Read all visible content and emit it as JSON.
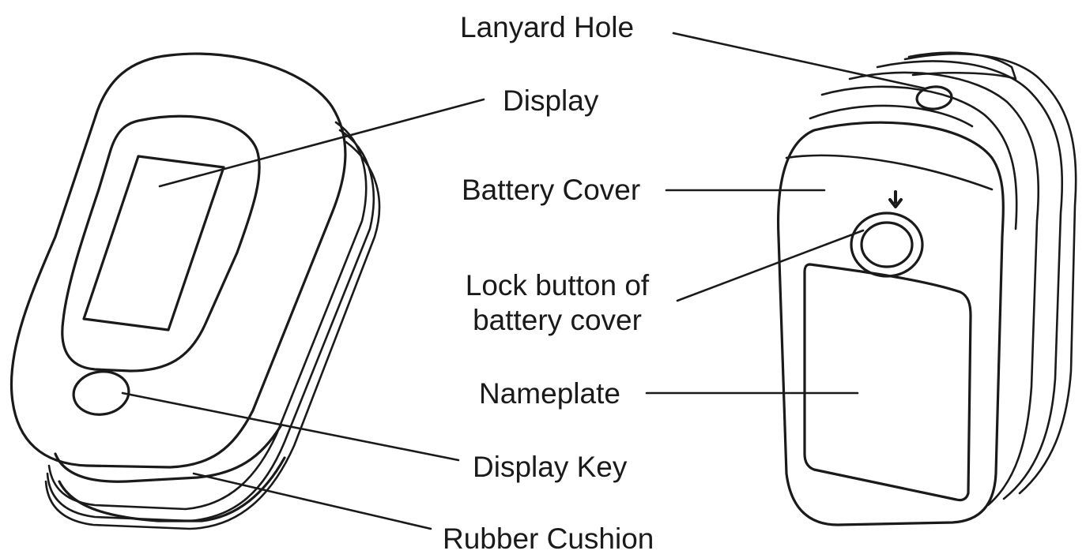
{
  "labels": {
    "lanyard_hole": "Lanyard Hole",
    "display": "Display",
    "battery_cover": "Battery Cover",
    "lock_button_line1": "Lock button of",
    "lock_button_line2": "battery cover",
    "nameplate": "Nameplate",
    "display_key": "Display Key",
    "rubber_cushion": "Rubber Cushion"
  },
  "colors": {
    "ink": "#1a1a1a",
    "background": "#ffffff"
  }
}
